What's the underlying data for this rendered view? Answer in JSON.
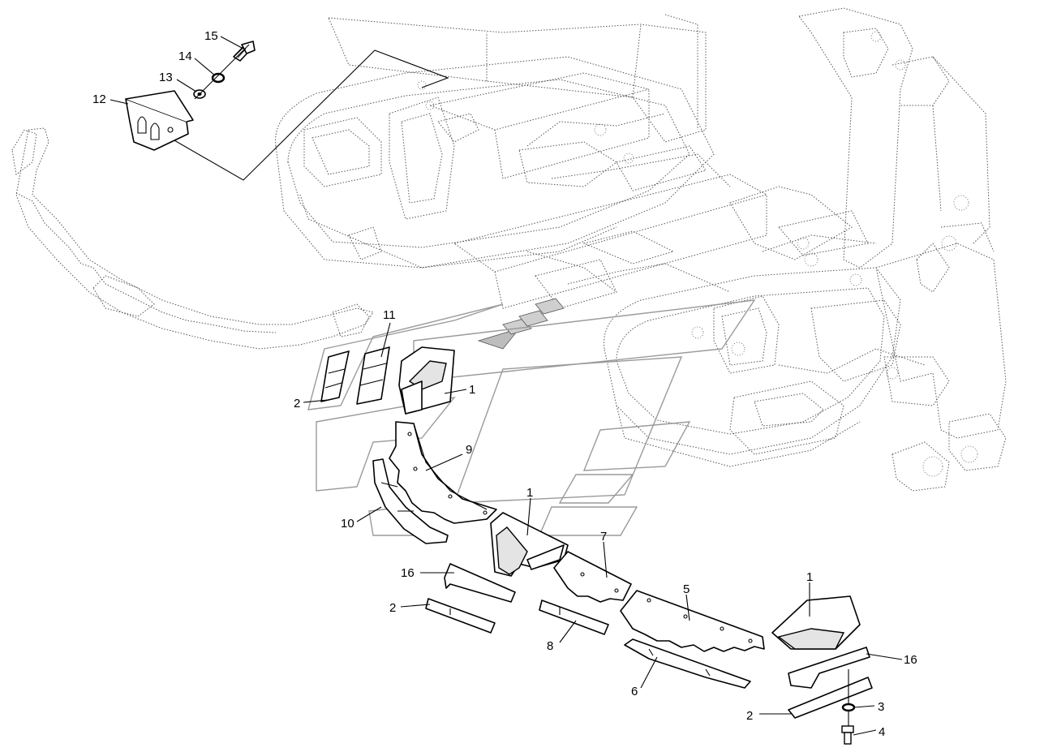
{
  "diagram": {
    "callouts": [
      {
        "id": "c15",
        "label": "15"
      },
      {
        "id": "c14",
        "label": "14"
      },
      {
        "id": "c13",
        "label": "13"
      },
      {
        "id": "c12",
        "label": "12"
      },
      {
        "id": "c11",
        "label": "11"
      },
      {
        "id": "c2a",
        "label": "2"
      },
      {
        "id": "c1a",
        "label": "1"
      },
      {
        "id": "c9",
        "label": "9"
      },
      {
        "id": "c10",
        "label": "10"
      },
      {
        "id": "c1b",
        "label": "1"
      },
      {
        "id": "c7",
        "label": "7"
      },
      {
        "id": "c16a",
        "label": "16"
      },
      {
        "id": "c2b",
        "label": "2"
      },
      {
        "id": "c8",
        "label": "8"
      },
      {
        "id": "c5",
        "label": "5"
      },
      {
        "id": "c1c",
        "label": "1"
      },
      {
        "id": "c6",
        "label": "6"
      },
      {
        "id": "c16b",
        "label": "16"
      },
      {
        "id": "c3",
        "label": "3"
      },
      {
        "id": "c2c",
        "label": "2"
      },
      {
        "id": "c4",
        "label": "4"
      }
    ]
  }
}
